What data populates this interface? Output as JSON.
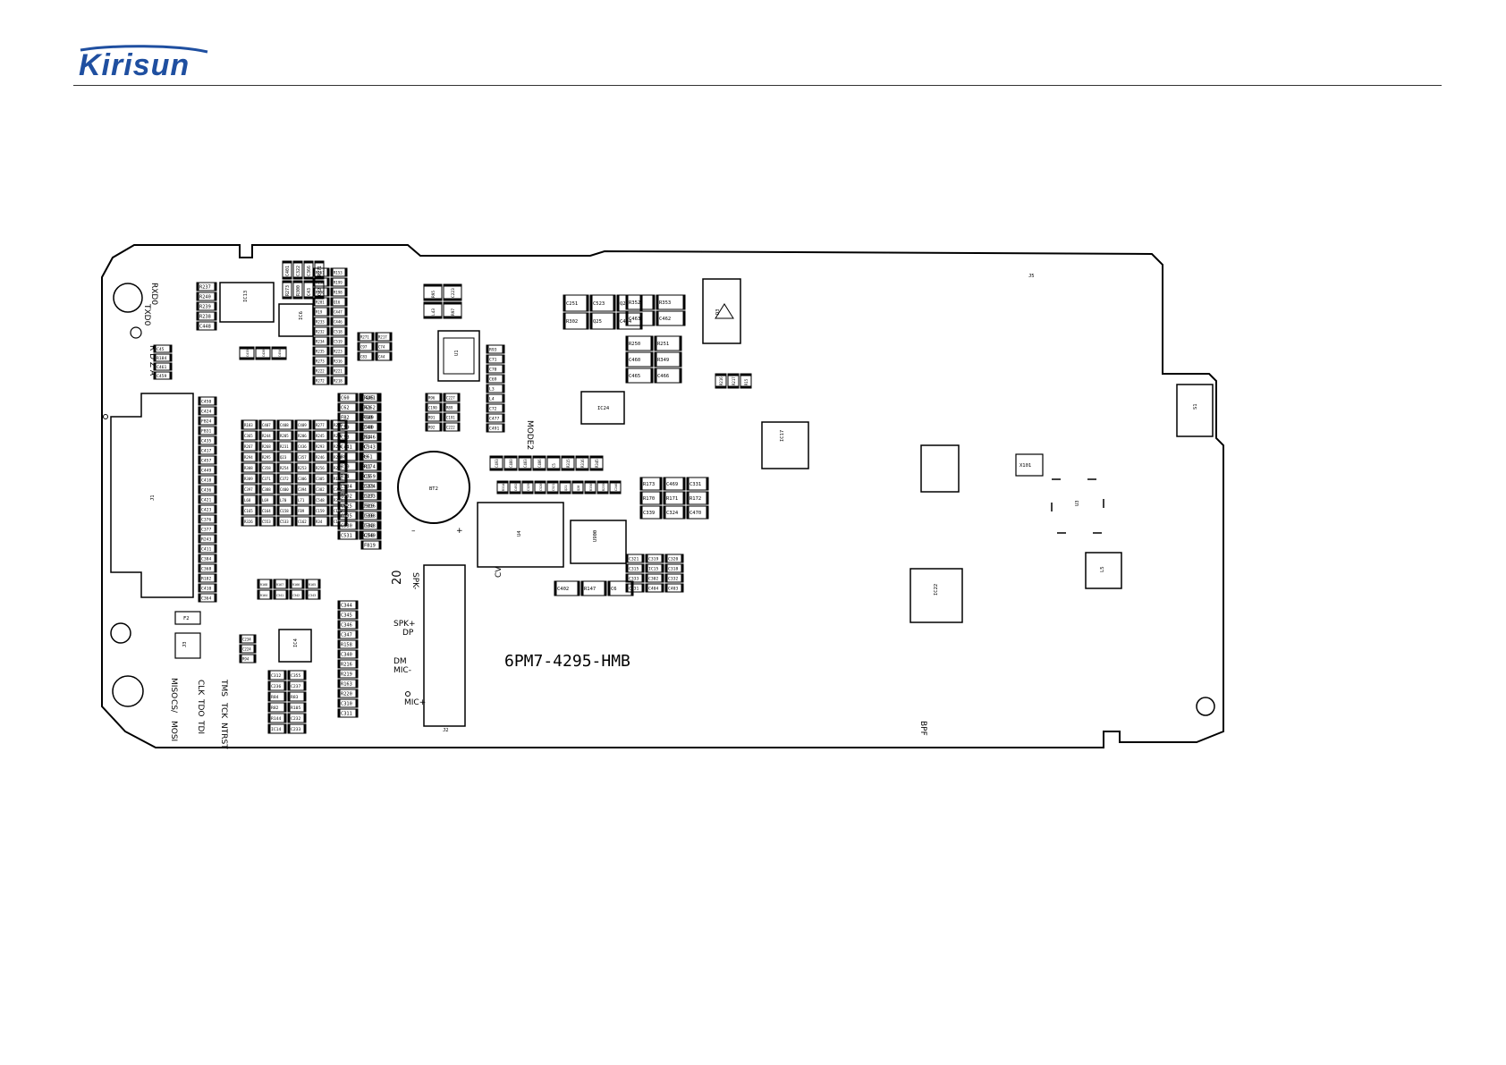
{
  "brand": {
    "logo_text": "Kirisun",
    "color": "#1f4fa0"
  },
  "board": {
    "part_number": "6PM7-4295-HMB",
    "outline_color": "#000000",
    "labels": {
      "rxd0": "RXD0",
      "txd0": "TXD0",
      "rdza": "R D Z A",
      "j1": "J1",
      "j3": "J3",
      "j2": "J2",
      "bt2": "BT2",
      "mode2": "MODE2",
      "cv": "CV",
      "s1": "S1",
      "bpf": "BPF",
      "j5": "J5",
      "ic13": "IC13",
      "ic6": "IC6",
      "ic17": "IC17",
      "ic22": "IC22",
      "ic3": "IC3",
      "ic4": "IC4",
      "ic24": "IC24",
      "u4": "U4",
      "u900": "U900",
      "u1": "U1",
      "l5": "L5",
      "x101": "X101",
      "d3": "D3",
      "f2": "F2",
      "mic_pin": "MIC+",
      "spk_minus": "SPK-",
      "spk_plus": "SPK+",
      "dp": "DP",
      "dm": "DM",
      "mic_minus": "MIC-",
      "twenty": "20",
      "plus": "+",
      "minus": "–",
      "tms": "TMS",
      "tck": "TCK",
      "ntrst": "NTRST",
      "clk": "CLK",
      "tdo": "TDO",
      "tdi": "TDI",
      "miso": "MISO",
      "cs": "CS/",
      "mosi": "MOSI"
    },
    "components": [
      "R237",
      "R240",
      "R239",
      "R238",
      "C448",
      "C401",
      "C322",
      "C366",
      "R271",
      "R273",
      "R300",
      "C43",
      "C42",
      "R151",
      "R153",
      "R152",
      "R199",
      "R196",
      "R198",
      "R201",
      "Q16",
      "R19",
      "C447",
      "R233",
      "C446",
      "R232",
      "C518",
      "R234",
      "C519",
      "R235",
      "R223",
      "R273",
      "R316",
      "R222",
      "R221",
      "R272",
      "R218",
      "R271",
      "R217",
      "C97",
      "C74",
      "C83",
      "C44",
      "C45",
      "R184",
      "C461",
      "C459",
      "C419",
      "C420",
      "C454",
      "C450",
      "C424",
      "FB24",
      "FB31",
      "C435",
      "C417",
      "C457",
      "C449",
      "C418",
      "C436",
      "C421",
      "C423",
      "C376",
      "C377",
      "R243",
      "C411",
      "C384",
      "C368",
      "R182",
      "C410",
      "C364",
      "R183",
      "C407",
      "C408",
      "C409",
      "R277",
      "R278",
      "C365",
      "R244",
      "R205",
      "R206",
      "R245",
      "R266",
      "R267",
      "R268",
      "R231",
      "C436",
      "R293",
      "R296",
      "R294",
      "R295",
      "Q23",
      "C357",
      "R246",
      "R248",
      "R308",
      "C358",
      "R254",
      "R253",
      "R256",
      "R257",
      "R309",
      "C371",
      "C372",
      "C306",
      "C305",
      "R148",
      "C397",
      "C388",
      "C400",
      "C394",
      "C382",
      "C385",
      "L68",
      "L69",
      "L70",
      "L71",
      "C548",
      "R323",
      "C165",
      "C164",
      "C158",
      "FB9",
      "C159",
      "C160",
      "R326",
      "C553",
      "C533",
      "C162",
      "R34",
      "C15",
      "C60",
      "C445",
      "C62",
      "C61",
      "FB2",
      "FB49",
      "C59",
      "C500",
      "C53",
      "C54",
      "C441",
      "R7",
      "R8",
      "R9",
      "R10",
      "R11",
      "R14",
      "R15",
      "C534",
      "C533",
      "Q102",
      "C527",
      "C525",
      "C526",
      "C535",
      "C536",
      "C530",
      "C532",
      "C531",
      "R258",
      "R261",
      "R262",
      "C39",
      "C40",
      "R146",
      "C343",
      "L61",
      "R174",
      "C359",
      "C374",
      "C333",
      "FB16",
      "C338",
      "C348",
      "C349",
      "FB19",
      "R168",
      "R167",
      "R166",
      "R165",
      "R164",
      "C341",
      "C342",
      "C343",
      "C344",
      "C345",
      "C346",
      "C347",
      "R158",
      "C340",
      "R216",
      "R219",
      "R163",
      "R220",
      "C310",
      "C311",
      "C312",
      "C355",
      "C236",
      "C237",
      "R84",
      "R83",
      "R82",
      "R105",
      "R144",
      "C232",
      "IC14",
      "C233",
      "C234",
      "C224",
      "R94",
      "R95",
      "C223",
      "L43",
      "R97",
      "R96",
      "C227",
      "C190",
      "R89",
      "R91",
      "C191",
      "R92",
      "C222",
      "R93",
      "C71",
      "C70",
      "C69",
      "L3",
      "L4",
      "C72",
      "C477",
      "C491",
      "C493",
      "C480",
      "C483",
      "C486",
      "C5",
      "R315",
      "R316",
      "R345",
      "R314",
      "C492",
      "C329",
      "C520",
      "C521",
      "Q21",
      "Q20",
      "R350",
      "R239",
      "C246",
      "C251",
      "C523",
      "Q27",
      "R302",
      "Q25",
      "C444",
      "R352",
      "R353",
      "C463",
      "C462",
      "R250",
      "R251",
      "C460",
      "R349",
      "C465",
      "C466",
      "R173",
      "C469",
      "C331",
      "R170",
      "R171",
      "R172",
      "C339",
      "C324",
      "C470",
      "C321",
      "C319",
      "C320",
      "C315",
      "IC15",
      "C318",
      "C333",
      "C302",
      "C332",
      "C331",
      "C404",
      "C403",
      "C402",
      "R147",
      "C6",
      "R216",
      "R217",
      "R15"
    ]
  }
}
